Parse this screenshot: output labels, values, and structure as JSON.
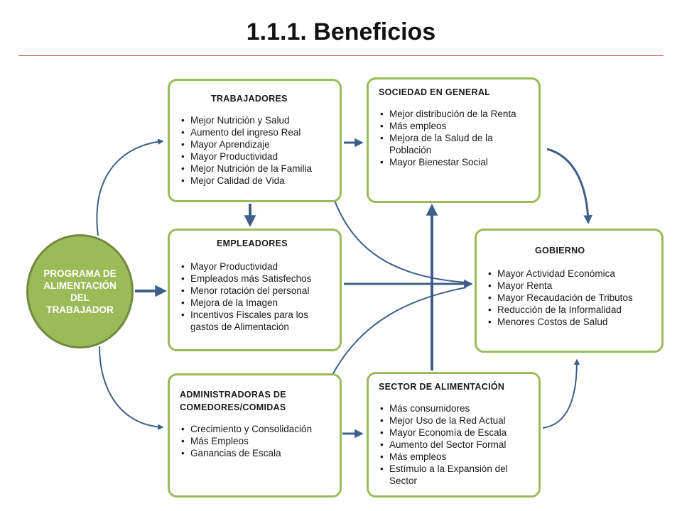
{
  "title": "1.1.1. Beneficios",
  "program": "PROGRAMA DE ALIMENTACIÓN DEL TRABAJADOR",
  "colors": {
    "box_border": "#9bbb59",
    "circle_fill": "#9bbb59",
    "arrow": "#3e5f8a",
    "rule": "#c0504d"
  },
  "trabajadores": {
    "title": "TRABAJADORES",
    "items": [
      "Mejor Nutrición y Salud",
      "Aumento del ingreso Real",
      "Mayor Aprendizaje",
      "Mayor Productividad",
      "Mejor Nutrición de la Familia",
      "Mejor Calidad de Vida"
    ]
  },
  "sociedad": {
    "title": "SOCIEDAD EN GENERAL",
    "items": [
      "Mejor distribución de la Renta",
      "Más empleos",
      "Mejora de la Salud de la Población",
      "Mayor Bienestar Social"
    ]
  },
  "empleadores": {
    "title": "EMPLEADORES",
    "items": [
      "Mayor Productividad",
      "Empleados más Satisfechos",
      "Menor rotación del personal",
      "Mejora de la Imagen",
      "Incentivos Fiscales para los gastos de Alimentación"
    ]
  },
  "gobierno": {
    "title": "GOBIERNO",
    "items": [
      "Mayor Actividad Económica",
      "Mayor Renta",
      "Mayor Recaudación de Tributos",
      "Reducción de la Informalidad",
      "Menores Costos de Salud"
    ]
  },
  "administradoras": {
    "title": "ADMINISTRADORAS DE COMEDORES/COMIDAS",
    "items": [
      "Crecimiento y Consolidación",
      "Más Empleos",
      "Ganancias de Escala"
    ]
  },
  "sector": {
    "title": "SECTOR DE ALIMENTACIÓN",
    "items": [
      "Más consumidores",
      "Mejor Uso de la Red Actual",
      "Mayor Economía de Escala",
      "Aumento del Sector Formal",
      "Más empleos",
      "Estímulo a la Expansión del Sector"
    ]
  }
}
